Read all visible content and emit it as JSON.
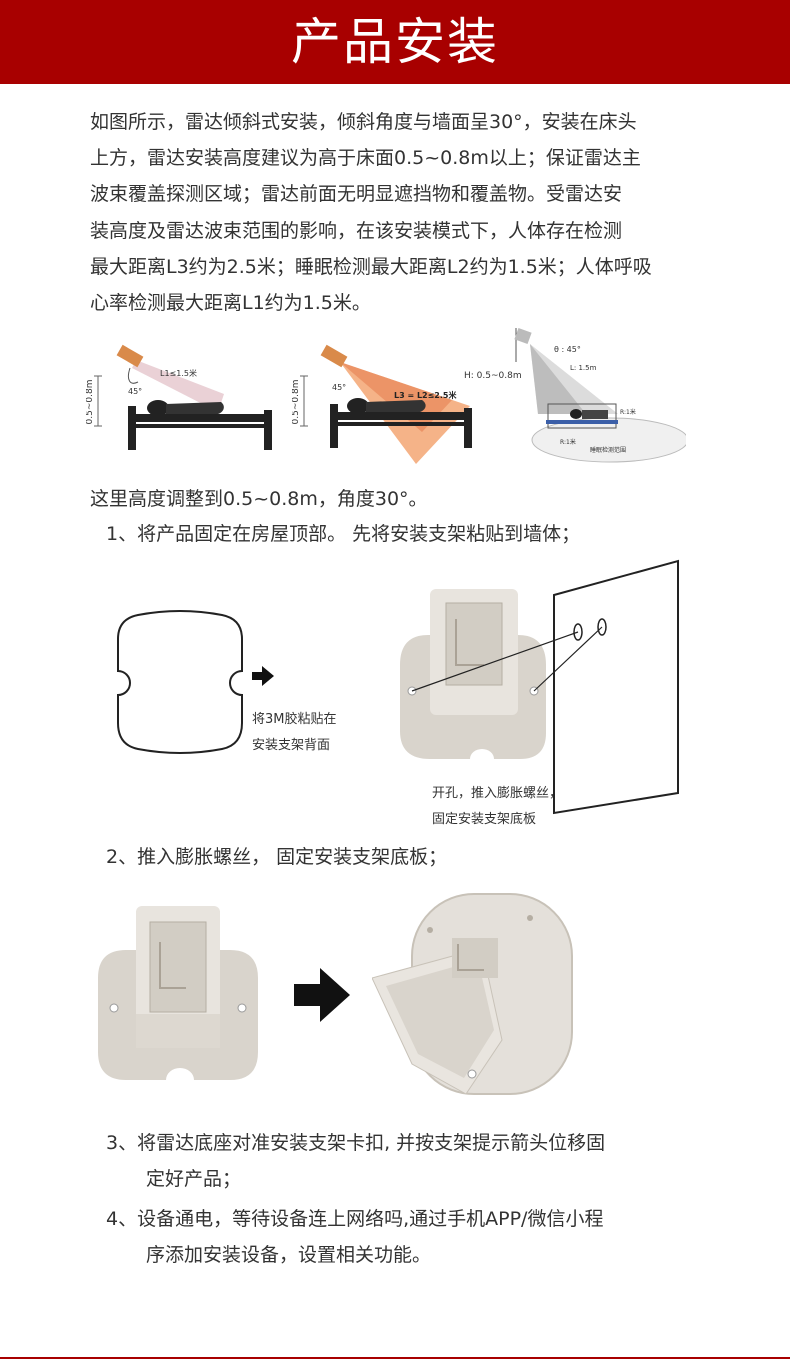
{
  "header": {
    "title": "产品安装"
  },
  "intro": {
    "lines": [
      "如图所示，雷达倾斜式安装，倾斜角度与墙面呈30°，安装在床头",
      "上方，雷达安装高度建议为高于床面0.5~0.8m以上；保证雷达主",
      "波束覆盖探测区域；雷达前面无明显遮挡物和覆盖物。受雷达安",
      "装高度及雷达波束范围的影响，在该安装模式下，人体存在检测",
      "最大距离L3约为2.5米；睡眠检测最大距离L2约为1.5米；人体呼吸",
      "心率检测最大距离L1约为1.5米。"
    ]
  },
  "diagrams": {
    "d1": {
      "height": "0.5~0.8m",
      "angle": "45°",
      "distance": "L1≤1.5米"
    },
    "d2": {
      "height": "0.5~0.8m",
      "angle": "45°",
      "distance": "L3 = L2≤2.5米"
    },
    "d3": {
      "angle": "θ : 45°",
      "height": "H: 0.5~0.8m",
      "distance": "L: 1.5m",
      "zone_right": "R:1米",
      "zone_left": "R:1米",
      "area": "睡眠检测范围"
    }
  },
  "height_note": "这里高度调整到0.5~0.8m，角度30°。",
  "steps": {
    "s1": "1、将产品固定在房屋顶部。 先将安装支架粘贴到墙体；",
    "s2": "2、推入膨胀螺丝， 固定安装支架底板；",
    "s3_line1": "3、将雷达底座对准安装支架卡扣, 并按支架提示箭头位移固",
    "s3_line2": "定好产品；",
    "s4_line1": "4、设备通电，等待设备连上网络吗,通过手机APP/微信小程",
    "s4_line2": "序添加安装设备，设置相关功能。"
  },
  "step1_captions": {
    "tape_line1": "将3M胶粘贴在",
    "tape_line2": "安装支架背面",
    "drill_line1": "开孔，推入膨胀螺丝，",
    "drill_line2": "固定安装支架底板"
  }
}
